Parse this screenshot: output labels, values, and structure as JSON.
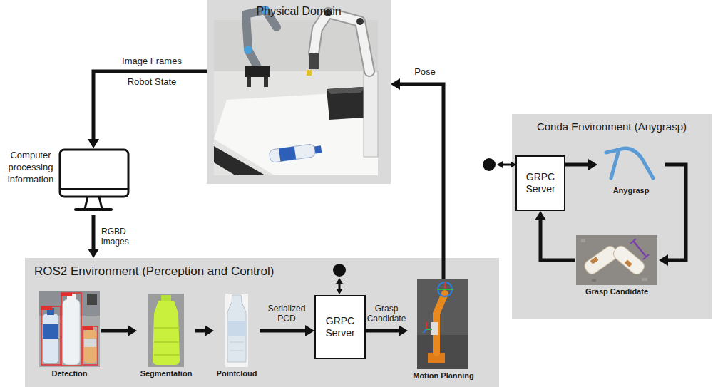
{
  "diagram": {
    "nodes": [
      {
        "text": [
          "Physical Domain"
        ]
      },
      {
        "text": [
          "Computer processing information"
        ]
      },
      {
        "text": [
          "ROS2 Environment (Perception and Control)"
        ]
      },
      {
        "text": [
          "Detection"
        ],
        "in": 2
      },
      {
        "text": [
          "Segmentation"
        ],
        "in": 2
      },
      {
        "text": [
          "Pointcloud"
        ],
        "in": 2
      },
      {
        "text": [
          "GRPC Server"
        ],
        "in": 2
      },
      {
        "text": [
          "Motion Planning"
        ],
        "in": 2
      },
      {
        "text": [
          "Conda Environment (Anygrasp)"
        ]
      },
      {
        "text": [
          "GRPC Server"
        ],
        "in": 8
      },
      {
        "text": [
          "Anygrasp"
        ],
        "in": 8
      },
      {
        "text": [
          "Grasp Candidate"
        ],
        "in": 8
      }
    ],
    "edges": [
      {
        "from": 0,
        "to": 1,
        "label": "Image Frames",
        "arrow": "to"
      },
      {
        "from": 1,
        "to": 2,
        "label": "RGBD images",
        "arrow": "to"
      },
      {
        "from": 3,
        "to": 4,
        "arrow": "to"
      },
      {
        "from": 4,
        "to": 5,
        "arrow": "to"
      },
      {
        "from": 5,
        "to": 6,
        "label": "Serialized PCD",
        "arrow": "to"
      },
      {
        "from": 6,
        "to": 7,
        "label": "Grasp Candidate",
        "arrow": "to"
      },
      {
        "from": 7,
        "to": 0,
        "label": "Pose",
        "arrow": "to"
      },
      {
        "from": 9,
        "to": 10,
        "arrow": "to"
      },
      {
        "from": 10,
        "to": 11,
        "arrow": "to"
      },
      {
        "from": 11,
        "to": 9,
        "arrow": "to"
      }
    ],
    "labels": [
      "Robot State"
    ]
  }
}
